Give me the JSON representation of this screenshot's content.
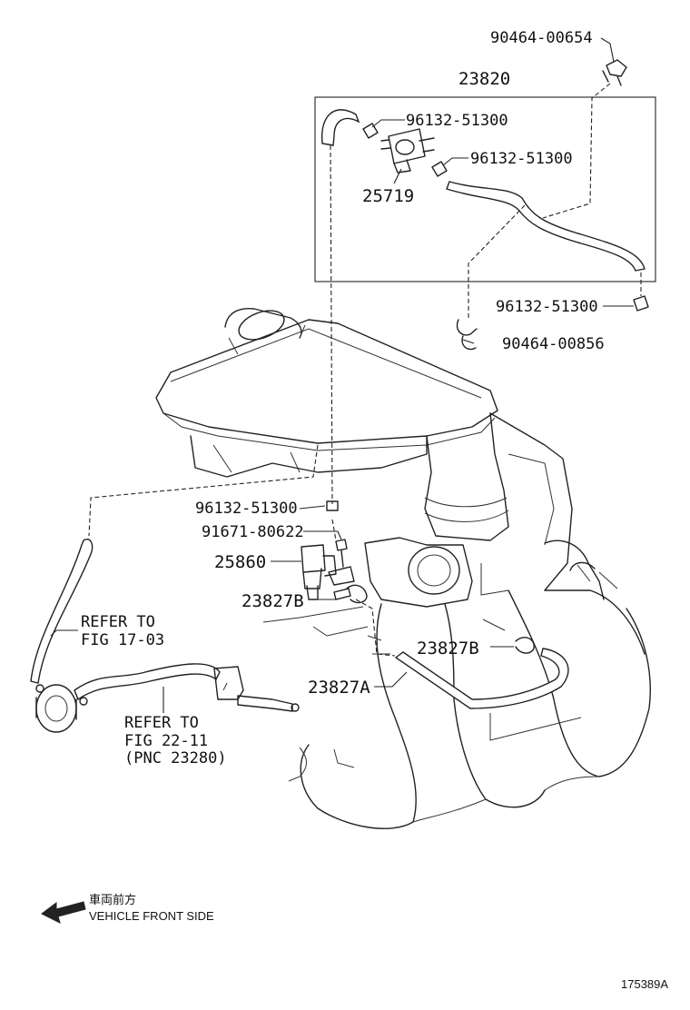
{
  "labels": {
    "p90464_00654": "90464-00654",
    "p23820": "23820",
    "p96132_a": "96132-51300",
    "p96132_b": "96132-51300",
    "p25719": "25719",
    "p96132_c": "96132-51300",
    "p90464_00856": "90464-00856",
    "p96132_d": "96132-51300",
    "p91671": "91671-80622",
    "p25860": "25860",
    "p23827b_1": "23827B",
    "p23827b_2": "23827B",
    "p23827a": "23827A",
    "refer1_a": "REFER TO",
    "refer1_b": "FIG 17-03",
    "refer2_a": "REFER TO",
    "refer2_b": "FIG 22-11",
    "refer2_c": "(PNC 23280)",
    "front_jp": "車両前方",
    "front_en": "VEHICLE FRONT SIDE",
    "diagram_id": "175389A"
  }
}
